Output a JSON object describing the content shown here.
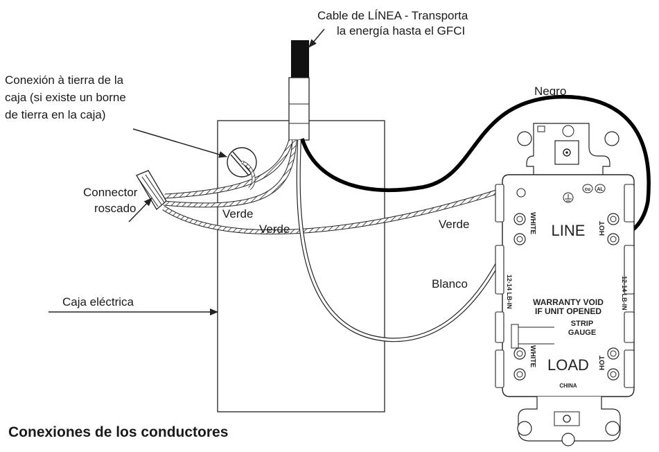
{
  "labels": {
    "line_cable_1": "Cable de LÍNEA - Transporta",
    "line_cable_2": "la energía hasta el GFCI",
    "ground_1": "Conexión à tierra de la",
    "ground_2": "caja (si existe un borne",
    "ground_3": "de tierra en la caja)",
    "connector_1": "Connector",
    "connector_2": "roscado",
    "box": "Caja eléctrica",
    "black_wire": "Negro",
    "green_1": "Verde",
    "green_2": "Verde",
    "green_3": "Verde",
    "white_wire": "Blanco"
  },
  "title": "Conexiones de los conductores",
  "device": {
    "line": "LINE",
    "load": "LOAD",
    "white_top": "WHITE",
    "white_bottom": "WHITE",
    "hot_top": "HOT",
    "hot_bottom": "HOT",
    "gauge_left": "12-14 LB-IN",
    "gauge_right": "12-14 LB-IN",
    "warranty_1": "WARRANTY VOID",
    "warranty_2": "IF UNIT OPENED",
    "strip_1": "STRIP",
    "strip_2": "GAUGE",
    "origin": "CHINA",
    "cert_1": "cu",
    "cert_2": "AL"
  }
}
